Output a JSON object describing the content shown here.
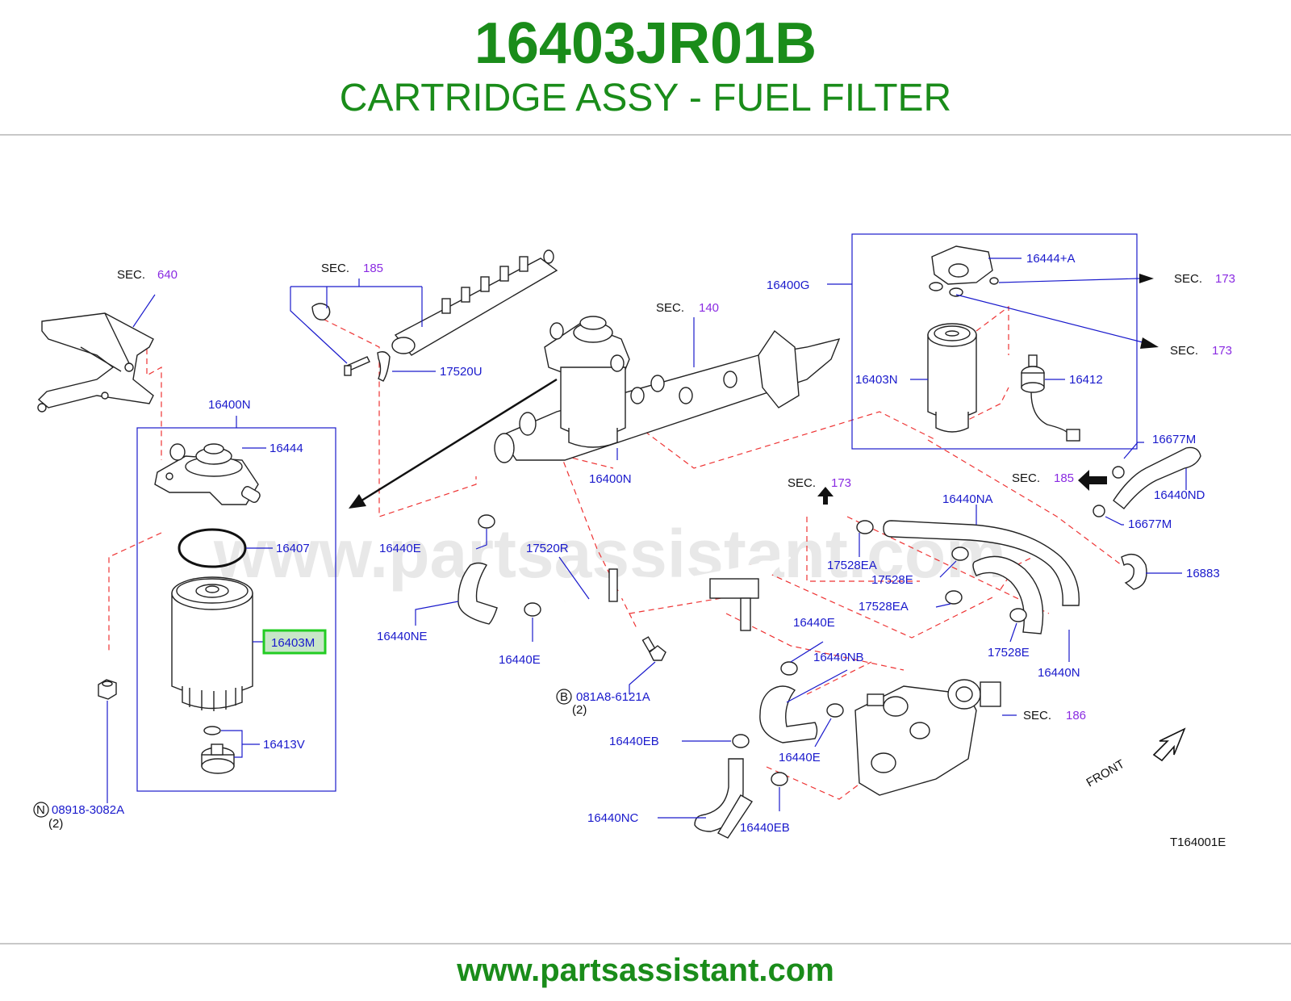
{
  "header": {
    "part_number": "16403JR01B",
    "part_name": "CARTRIDGE ASSY - FUEL FILTER"
  },
  "watermark": "www.partsassistant.com",
  "footer": {
    "url": "www.partsassistant.com"
  },
  "diagram": {
    "code": "T164001E",
    "front_label": "FRONT",
    "highlighted_part": "16403M",
    "sec_prefix": "SEC.",
    "sections": {
      "s640": "640",
      "s185a": "185",
      "s140": "140",
      "s173a": "173",
      "s173b": "173",
      "s173c": "173",
      "s185b": "185",
      "s186": "186"
    },
    "labels": {
      "p16400N_top": "16400N",
      "p16444": "16444",
      "p16407": "16407",
      "p16403M": "16403M",
      "p16413V": "16413V",
      "p08918": "08918-3082A",
      "p08918_qty": "(2)",
      "p08918_mark": "N",
      "p17520U": "17520U",
      "p16400N_mid": "16400N",
      "p16440E_a": "16440E",
      "p17520R": "17520R",
      "p16440NE": "16440NE",
      "p16440E_b": "16440E",
      "p081A8": "081A8-6121A",
      "p081A8_qty": "(2)",
      "p081A8_mark": "B",
      "p16400G": "16400G",
      "p16444A": "16444+A",
      "p16403N": "16403N",
      "p16412": "16412",
      "p16677M_a": "16677M",
      "p16440ND": "16440ND",
      "p16677M_b": "16677M",
      "p16440NA": "16440NA",
      "p17528EA_a": "17528EA",
      "p17528E_a": "17528E",
      "p17528EA_b": "17528EA",
      "p16883": "16883",
      "p17528E_b": "17528E",
      "p16440N_right": "16440N",
      "p16440E_c": "16440E",
      "p16440NB": "16440NB",
      "p16440EB_a": "16440EB",
      "p16440E_d": "16440E",
      "p16440NC": "16440NC",
      "p16440EB_b": "16440EB"
    }
  },
  "colors": {
    "title_green": "#1a8c1a",
    "label_blue": "#1a1acc",
    "section_purple": "#8a2be2",
    "dashed_red": "#e33",
    "highlight_green": "#22cc22"
  }
}
